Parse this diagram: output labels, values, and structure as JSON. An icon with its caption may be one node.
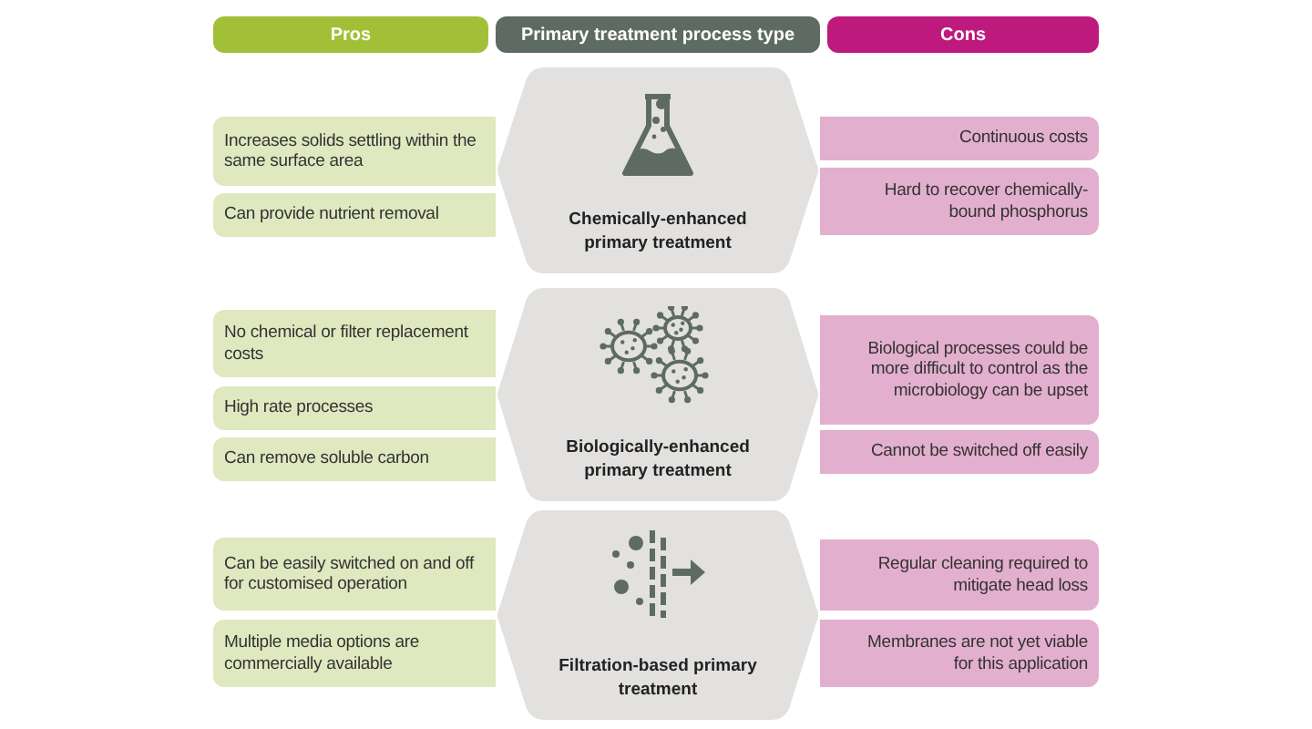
{
  "diagram": {
    "nodes": [
      {
        "text": [
          "Pros"
        ]
      },
      {
        "text": [
          "Primary treatment process type"
        ]
      },
      {
        "text": [
          "Cons"
        ]
      },
      {
        "text": [
          "Chemically-enhanced primary treatment"
        ]
      },
      {
        "text": [
          "Increases solids settling within the same surface area"
        ]
      },
      {
        "text": [
          "Can provide nutrient removal"
        ]
      },
      {
        "text": [
          "Continuous costs"
        ]
      },
      {
        "text": [
          "Hard to recover chemically-bound phosphorus"
        ]
      },
      {
        "text": [
          "Biologically-enhanced primary treatment"
        ]
      },
      {
        "text": [
          "No chemical or filter replacement costs"
        ]
      },
      {
        "text": [
          "High rate processes"
        ]
      },
      {
        "text": [
          "Can remove soluble carbon"
        ]
      },
      {
        "text": [
          "Biological processes could be more difficult to control as the microbiology can be upset"
        ]
      },
      {
        "text": [
          "Cannot be switched off easily"
        ]
      },
      {
        "text": [
          "Filtration-based primary treatment"
        ]
      },
      {
        "text": [
          "Can be easily switched on and off for customised operation"
        ]
      },
      {
        "text": [
          "Multiple media options are commercially available"
        ]
      },
      {
        "text": [
          "Regular cleaning required to mitigate head loss"
        ]
      },
      {
        "text": [
          "Membranes are not yet viable for this application"
        ]
      }
    ]
  }
}
